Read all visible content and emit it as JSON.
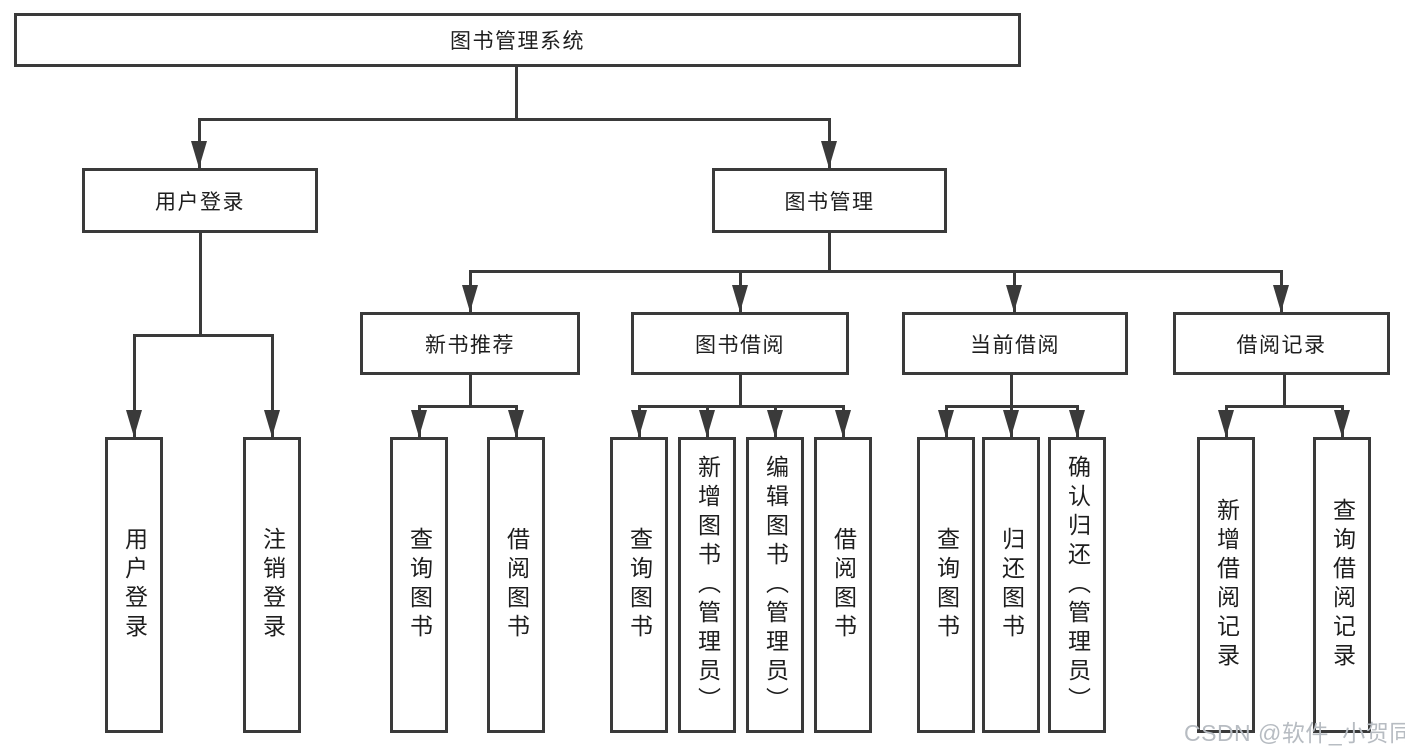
{
  "tree": {
    "label": "图书管理系统",
    "children": [
      {
        "label": "用户登录",
        "children": [
          {
            "label": "用户登录"
          },
          {
            "label": "注销登录"
          }
        ]
      },
      {
        "label": "图书管理",
        "children": [
          {
            "label": "新书推荐",
            "children": [
              {
                "label": "查询图书"
              },
              {
                "label": "借阅图书"
              }
            ]
          },
          {
            "label": "图书借阅",
            "children": [
              {
                "label": "查询图书"
              },
              {
                "label": "新增图书（管理员）"
              },
              {
                "label": "编辑图书（管理员）"
              },
              {
                "label": "借阅图书"
              }
            ]
          },
          {
            "label": "当前借阅",
            "children": [
              {
                "label": "查询图书"
              },
              {
                "label": "归还图书"
              },
              {
                "label": "确认归还（管理员）"
              }
            ]
          },
          {
            "label": "借阅记录",
            "children": [
              {
                "label": "新增借阅记录"
              },
              {
                "label": "查询借阅记录"
              }
            ]
          }
        ]
      }
    ]
  },
  "watermark": {
    "text": "CSDN @软件_小贺同学"
  },
  "colors": {
    "line": "#3a3a3a",
    "text": "#1e1e1e",
    "watermark": "#b7bcc2",
    "background": "#ffffff"
  }
}
